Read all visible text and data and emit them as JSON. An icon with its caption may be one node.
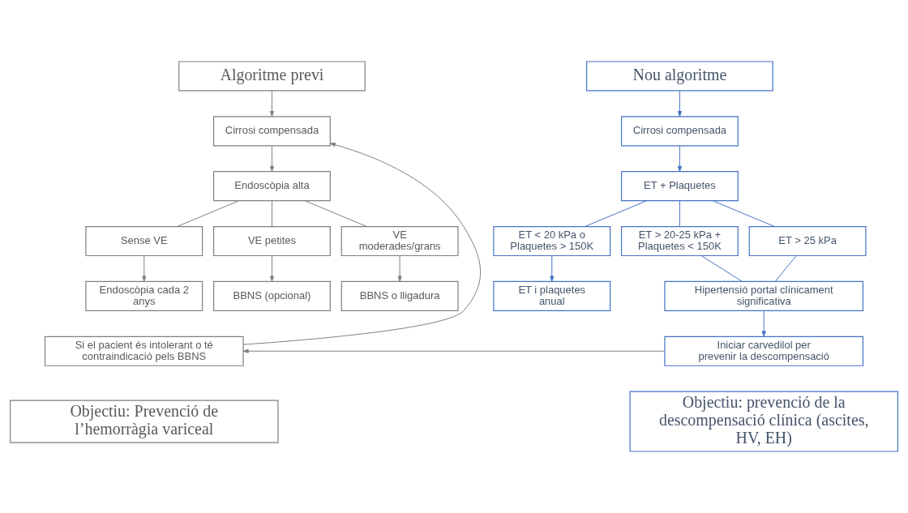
{
  "diagram": {
    "nodes": [
      {
        "text": [
          "Algoritme previ"
        ]
      },
      {
        "text": [
          "Cirrosi compensada"
        ]
      },
      {
        "text": [
          "Endoscòpia alta"
        ]
      },
      {
        "text": [
          "Sense VE"
        ]
      },
      {
        "text": [
          "VE petites"
        ]
      },
      {
        "text": [
          "VE moderades/grans"
        ]
      },
      {
        "text": [
          "Endoscòpia cada 2 anys"
        ]
      },
      {
        "text": [
          "BBNS (opcional)"
        ]
      },
      {
        "text": [
          "BBNS o lligadura"
        ]
      },
      {
        "text": [
          "Si el pacient és intolerant o té contraindicació pels BBNS"
        ]
      },
      {
        "text": [
          "Objectiu: Prevenció de l’hemorràgia variceal"
        ]
      },
      {
        "text": [
          "Nou algoritme"
        ]
      },
      {
        "text": [
          "Cirrosi compensada"
        ]
      },
      {
        "text": [
          "ET + Plaquetes"
        ]
      },
      {
        "text": [
          "ET < 20 kPa o Plaquetes > 150K"
        ]
      },
      {
        "text": [
          "ET > 20-25 kPa + Plaquetes < 150K"
        ]
      },
      {
        "text": [
          "ET > 25 kPa"
        ]
      },
      {
        "text": [
          "ET i plaquetes anual"
        ]
      },
      {
        "text": [
          "Hipertensió portal clínicament significativa"
        ]
      },
      {
        "text": [
          "Iniciar carvedilol per prevenir la descompensació"
        ]
      },
      {
        "text": [
          "Objectiu: prevenció de la descompensació clínica (ascites, HV, EH)"
        ]
      }
    ],
    "edges": [
      {
        "from": 0,
        "to": 1,
        "arrow": "to"
      },
      {
        "from": 1,
        "to": 2,
        "arrow": "to"
      },
      {
        "from": 2,
        "to": 3,
        "arrow": "none"
      },
      {
        "from": 2,
        "to": 4,
        "arrow": "none"
      },
      {
        "from": 2,
        "to": 5,
        "arrow": "none"
      },
      {
        "from": 3,
        "to": 6,
        "arrow": "to"
      },
      {
        "from": 4,
        "to": 7,
        "arrow": "to"
      },
      {
        "from": 5,
        "to": 8,
        "arrow": "to"
      },
      {
        "from": 9,
        "to": 1,
        "arrow": "to"
      },
      {
        "from": 11,
        "to": 12,
        "arrow": "to",
        "color": "#4472c4"
      },
      {
        "from": 12,
        "to": 13,
        "arrow": "to",
        "color": "#4472c4"
      },
      {
        "from": 13,
        "to": 14,
        "arrow": "none",
        "color": "#4472c4"
      },
      {
        "from": 13,
        "to": 15,
        "arrow": "none",
        "color": "#4472c4"
      },
      {
        "from": 13,
        "to": 16,
        "arrow": "none",
        "color": "#4472c4"
      },
      {
        "from": 14,
        "to": 17,
        "arrow": "to",
        "color": "#4472c4"
      },
      {
        "from": 15,
        "to": 18,
        "arrow": "none",
        "color": "#4472c4"
      },
      {
        "from": 16,
        "to": 18,
        "arrow": "none",
        "color": "#4472c4"
      },
      {
        "from": 18,
        "to": 19,
        "arrow": "to",
        "color": "#4472c4"
      },
      {
        "from": 19,
        "to": 9,
        "arrow": "to"
      }
    ]
  }
}
